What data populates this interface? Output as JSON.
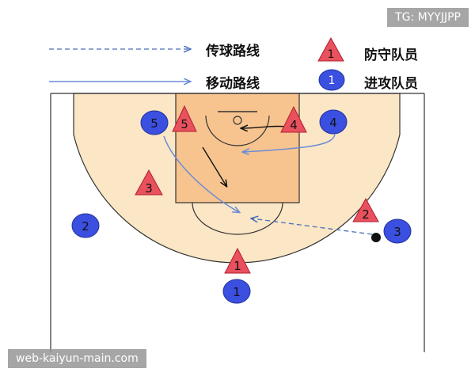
{
  "watermark_top": "TG: MYYJJPP",
  "watermark_bottom": "web-kaiyun-main.com",
  "legend": {
    "pass_route": "传球路线",
    "move_route": "移动路线",
    "defender": "防守队员",
    "attacker": "进攻队员",
    "defender_icon_number": "1",
    "attacker_icon_number": "1"
  },
  "defenders": [
    {
      "id": "5",
      "label": "5"
    },
    {
      "id": "4",
      "label": "4"
    },
    {
      "id": "3",
      "label": "3"
    },
    {
      "id": "2",
      "label": "2"
    },
    {
      "id": "1",
      "label": "1"
    }
  ],
  "attackers": [
    {
      "id": "5",
      "label": "5"
    },
    {
      "id": "4",
      "label": "4"
    },
    {
      "id": "2",
      "label": "2"
    },
    {
      "id": "3",
      "label": "3"
    },
    {
      "id": "1",
      "label": "1"
    }
  ],
  "colors": {
    "defender_fill": "#e8515d",
    "attacker_fill": "#3b4fe0",
    "paint_fill": "#f7c48f",
    "arc_fill": "#fbe6c6",
    "move_arrow": "#6a8cd6",
    "pass_arrow": "#4a6fb8"
  }
}
